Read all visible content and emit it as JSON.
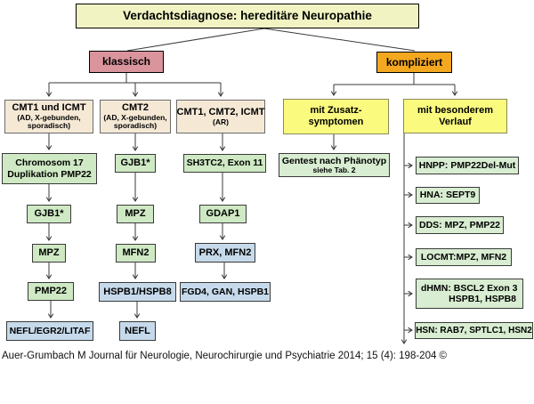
{
  "diagram": {
    "title": "Verdachtsdiagnose: hereditäre Neuropathie",
    "branches": {
      "klassisch": "klassisch",
      "kompliziert": "kompliziert"
    },
    "headers": {
      "cmt1": {
        "head": "CMT1 und ICMT",
        "sub": "(AD, X-gebunden, sporadisch)"
      },
      "cmt2": {
        "head": "CMT2",
        "sub": "(AD, X-gebunden, sporadisch)"
      },
      "cmt3": {
        "head": "CMT1, CMT2, ICMT",
        "sub": "(AR)"
      },
      "zusatz": {
        "line1": "mit Zusatz-",
        "line2": "symptomen"
      },
      "verlauf": {
        "line1": "mit besonderem",
        "line2": "Verlauf"
      }
    },
    "col1": {
      "s1": {
        "line1": "Chromosom 17",
        "line2": "Duplikation PMP22"
      },
      "s2": "GJB1*",
      "s3": "MPZ",
      "s4": "PMP22",
      "s5": "NEFL/EGR2/LITAF"
    },
    "col2": {
      "s1": "GJB1*",
      "s2": "MPZ",
      "s3": "MFN2",
      "s4": "HSPB1/HSPB8",
      "s5": "NEFL"
    },
    "col3": {
      "s1": "SH3TC2, Exon 11",
      "s2": "GDAP1",
      "s3": "PRX, MFN2",
      "s4": "FGD4, GAN, HSPB1"
    },
    "gentest": {
      "line1": "Gentest nach Phänotyp",
      "line2": "siehe Tab. 2"
    },
    "verlauf_list": {
      "hnpp": "HNPP: PMP22Del-Mut",
      "hna": "HNA: SEPT9",
      "dds": "DDS: MPZ, PMP22",
      "locmt": "LOCMT:MPZ, MFN2",
      "dhmn": {
        "line1": "dHMN: BSCL2 Exon 3",
        "line2": "HSPB1, HSPB8"
      },
      "hsn": "HSN: RAB7, SPTLC1, HSN2"
    },
    "citation": "Auer-Grumbach M Journal für Neurologie, Neurochirurgie und Psychiatrie 2014; 15 (4): 198-204 ©",
    "colors": {
      "title_bg": "#F1F3C2",
      "klassisch_bg": "#D9949C",
      "kompliziert_bg": "#F3A81F",
      "phenotype_bg": "#F5E9D6",
      "category_bg": "#FAFA7E",
      "gene_green_bg": "#CEE9C3",
      "gene_blue_bg": "#C6DAEB",
      "gene_pale_green_bg": "#D8EDD1",
      "line_color": "#3a3a3a"
    }
  }
}
